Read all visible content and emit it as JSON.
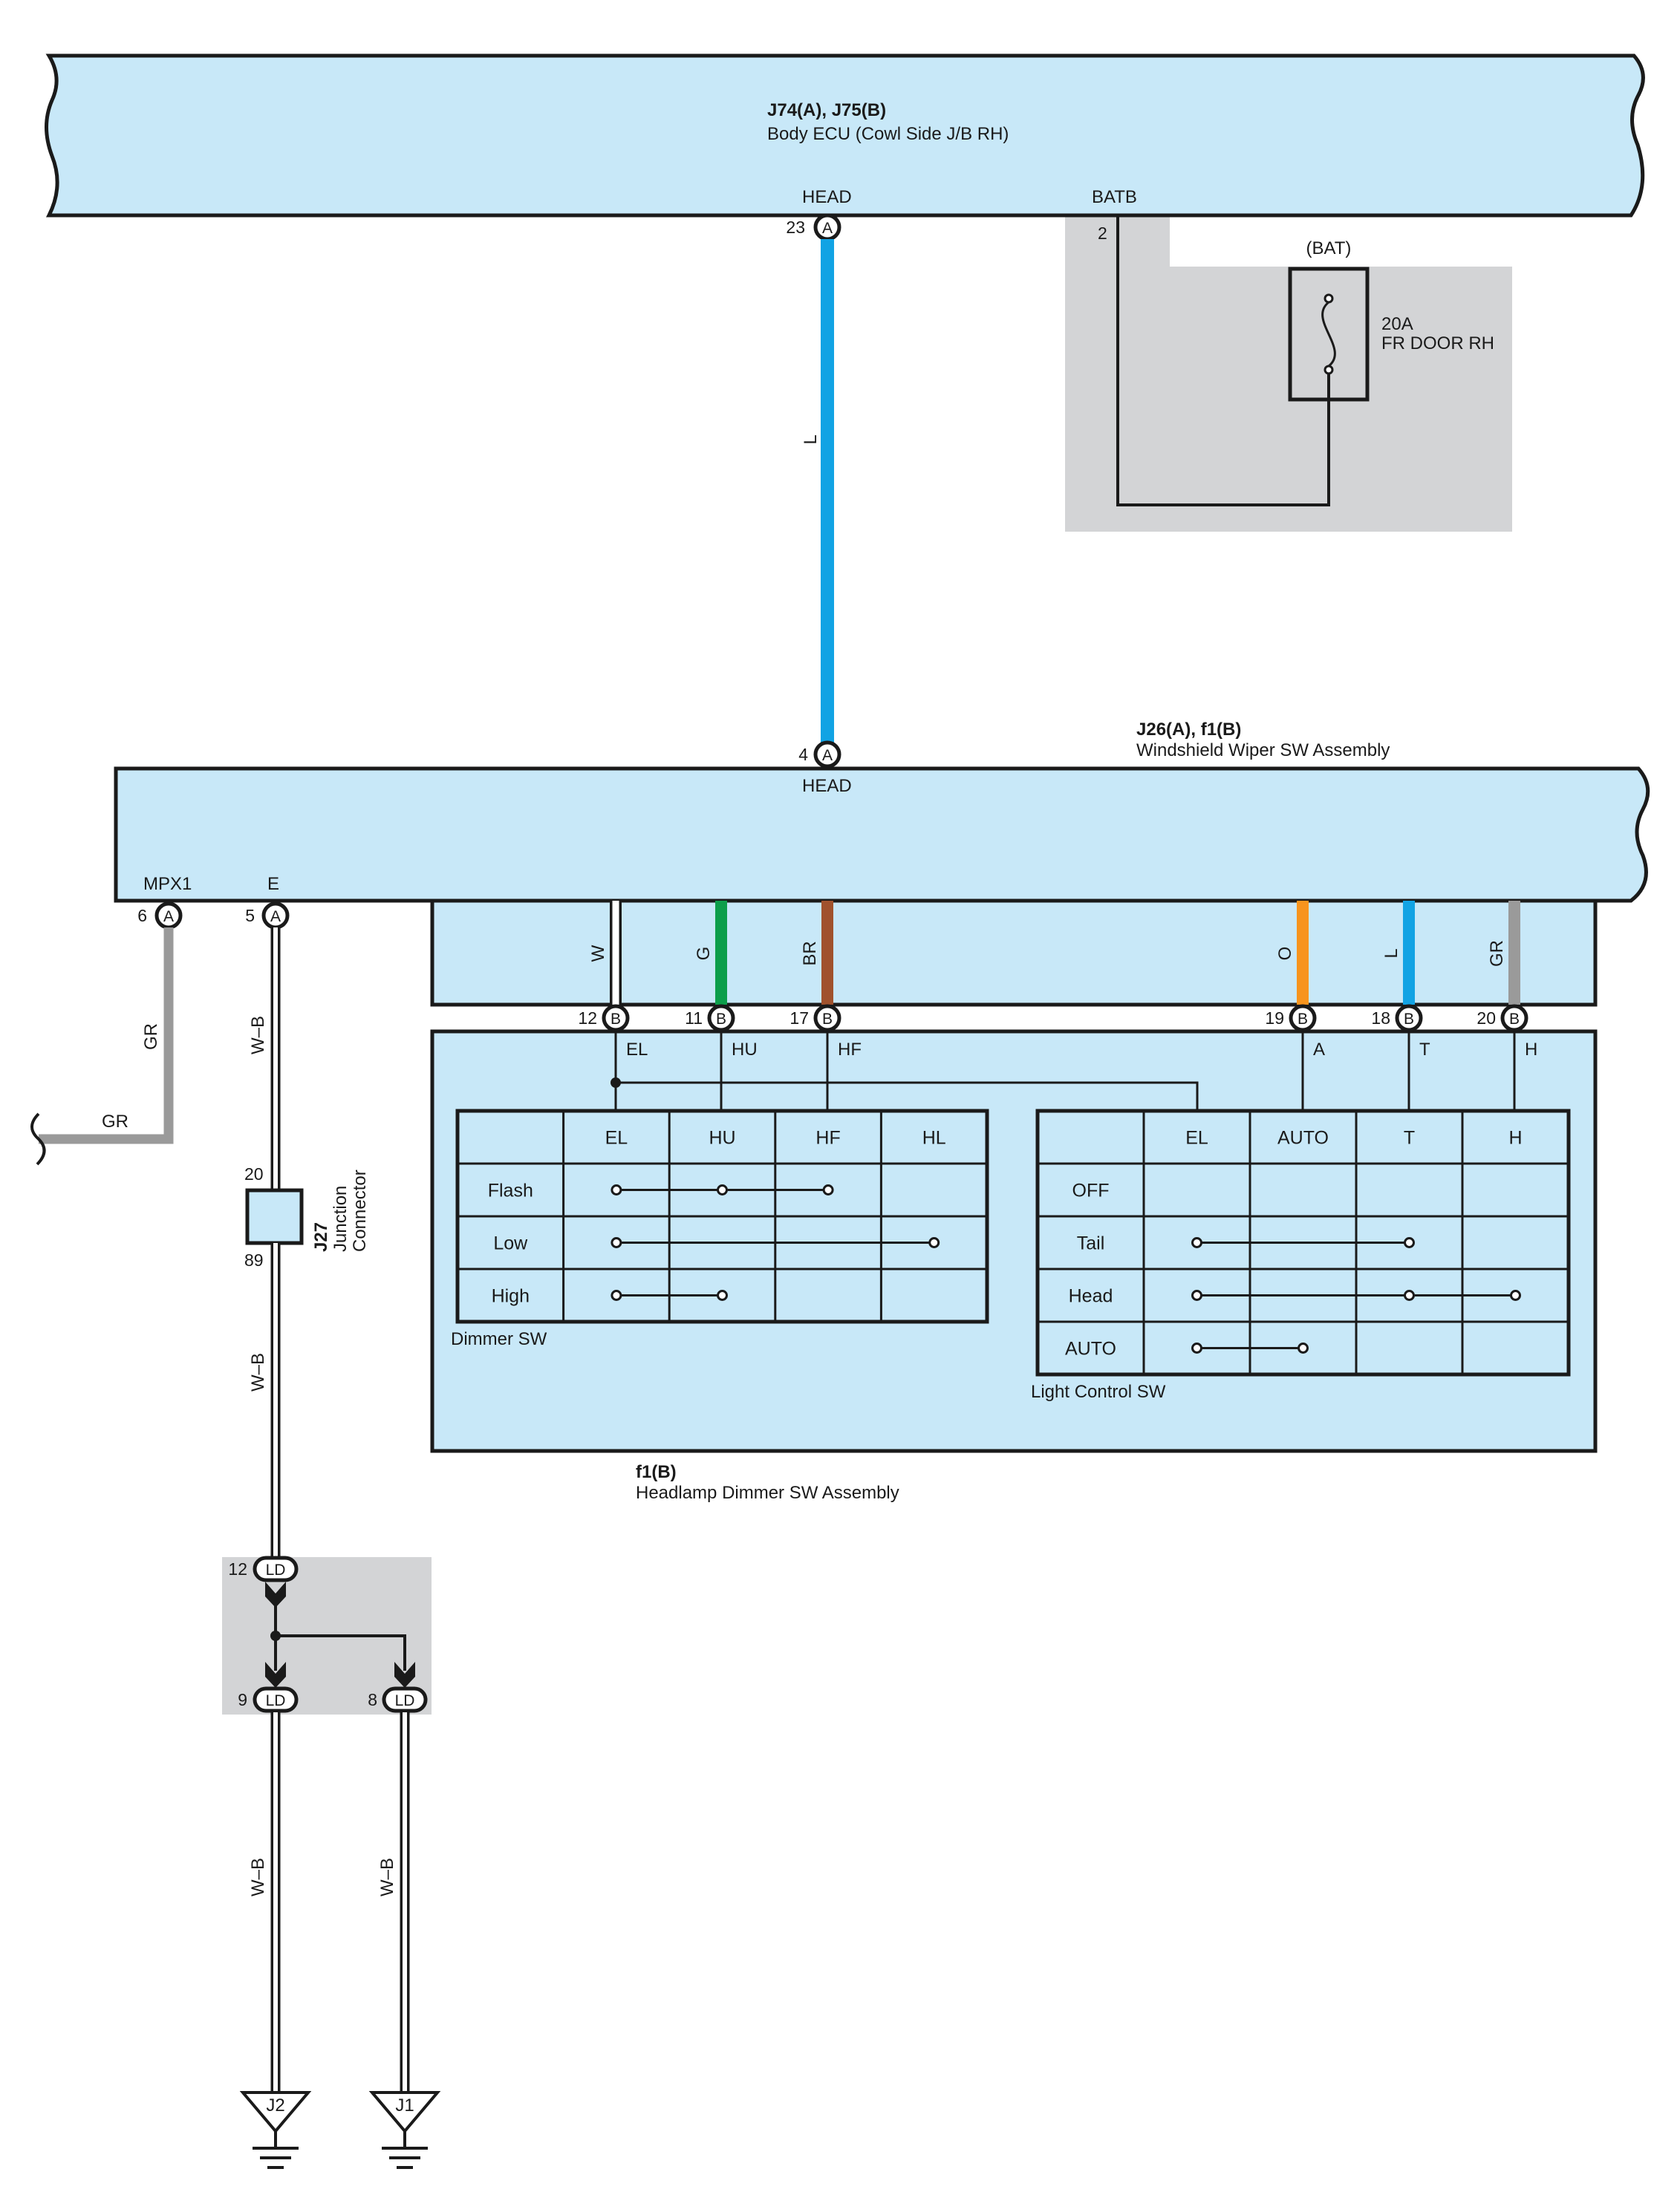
{
  "colors": {
    "component_fill": "#c8e8f8",
    "shaded": "#d3d4d6",
    "wire_L": "#12a3e4",
    "wire_G": "#0d9e4a",
    "wire_BR": "#a0522d",
    "wire_O": "#f7941d",
    "wire_GR": "#9a9a9a",
    "wire_W": "#ffffff",
    "line": "#1a1a1a"
  },
  "body_ecu": {
    "connector": "J74(A), J75(B)",
    "name": "Body ECU (Cowl Side J/B RH)",
    "head_label": "HEAD",
    "batb_label": "BATB",
    "head_pin": "23",
    "head_conn": "A",
    "batb_pin": "2"
  },
  "fuse": {
    "source": "(BAT)",
    "rating": "20A",
    "name": "FR DOOR RH"
  },
  "wire_head": {
    "color_code": "L"
  },
  "wiper_sw": {
    "connector": "J26(A), f1(B)",
    "name": "Windshield Wiper SW Assembly",
    "head_label": "HEAD",
    "head_pin": "4",
    "head_conn": "A",
    "mpx1_label": "MPX1",
    "mpx1_pin": "6",
    "mpx1_conn": "A",
    "e_label": "E",
    "e_pin": "5",
    "e_conn": "A"
  },
  "bus_wires": [
    {
      "code": "W",
      "pin": "12",
      "conn": "B",
      "signal": "EL",
      "color": "wire_W"
    },
    {
      "code": "G",
      "pin": "11",
      "conn": "B",
      "signal": "HU",
      "color": "wire_G"
    },
    {
      "code": "BR",
      "pin": "17",
      "conn": "B",
      "signal": "HF",
      "color": "wire_BR"
    },
    {
      "code": "O",
      "pin": "19",
      "conn": "B",
      "signal": "A",
      "color": "wire_O"
    },
    {
      "code": "L",
      "pin": "18",
      "conn": "B",
      "signal": "T",
      "color": "wire_L"
    },
    {
      "code": "GR",
      "pin": "20",
      "conn": "B",
      "signal": "H",
      "color": "wire_GR"
    }
  ],
  "dimmer_sw": {
    "label": "Dimmer SW",
    "columns": [
      "EL",
      "HU",
      "HF",
      "HL"
    ],
    "rows": [
      "Flash",
      "Low",
      "High"
    ]
  },
  "light_control_sw": {
    "label": "Light Control SW",
    "columns": [
      "EL",
      "AUTO",
      "T",
      "H"
    ],
    "rows": [
      "OFF",
      "Tail",
      "Head",
      "AUTO"
    ]
  },
  "headlamp_dimmer": {
    "connector": "f1(B)",
    "name": "Headlamp Dimmer SW Assembly"
  },
  "wire_mpx1": {
    "code_vertical": "GR",
    "code_horizontal": "GR"
  },
  "ground_wire": {
    "code_upper": "W–B",
    "code_middle": "W–B",
    "code_j2": "W–B",
    "code_j1": "W–B"
  },
  "junction_j27": {
    "connector": "J27",
    "line1": "Junction",
    "line2": "Connector",
    "pin_top": "20",
    "pin_bottom": "89"
  },
  "ld_junction": {
    "conn": "LD",
    "pin_in": "12",
    "pin_out1": "9",
    "pin_out2": "8"
  },
  "grounds": [
    {
      "label": "J2"
    },
    {
      "label": "J1"
    }
  ]
}
